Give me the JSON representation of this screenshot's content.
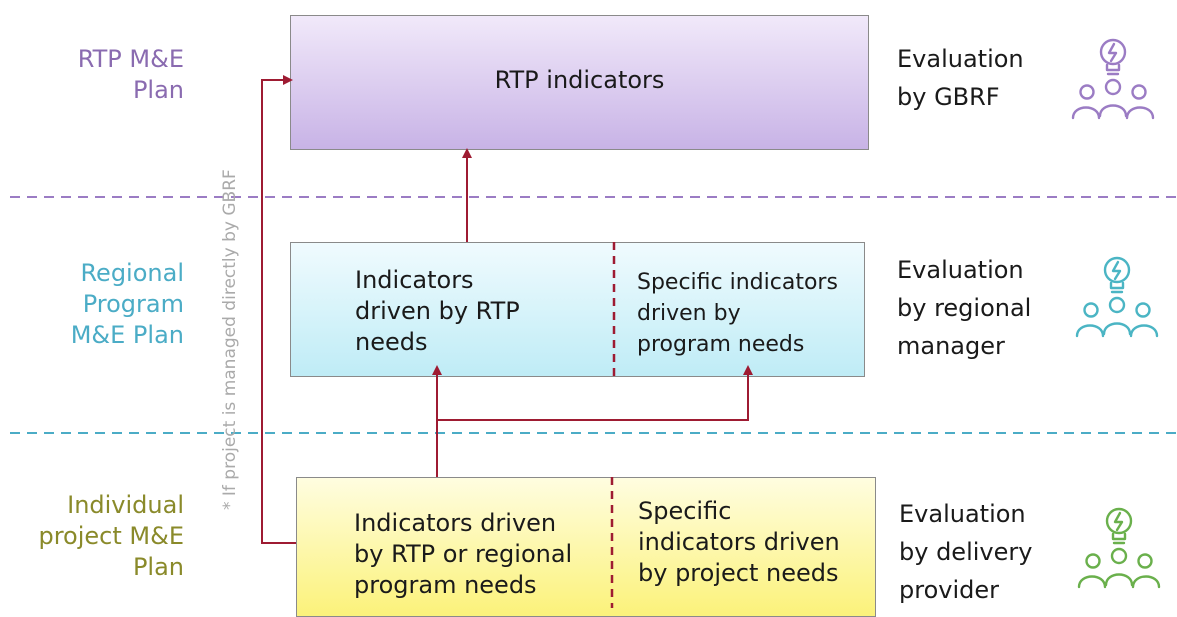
{
  "levels": [
    {
      "label": "RTP M&E\nPlan",
      "color": "#8a6bb0"
    },
    {
      "label": "Regional\nProgram\nM&E Plan",
      "color": "#4bacc6"
    },
    {
      "label": "Individual\nproject M&E\nPlan",
      "color": "#8a8a2a"
    }
  ],
  "boxes": {
    "rtp": {
      "label": "RTP indicators"
    },
    "regional_left": {
      "label": "Indicators\ndriven by RTP\nneeds"
    },
    "regional_right": {
      "label": "Specific indicators\ndriven by\nprogram needs"
    },
    "project_left": {
      "label": "Indicators driven\nby RTP or regional\nprogram needs"
    },
    "project_right": {
      "label": "Specific\nindicators driven\nby project needs"
    }
  },
  "evaluations": [
    {
      "label": "Evaluation\nby GBRF",
      "icon": "team-idea-icon",
      "color": "#9b7cc4"
    },
    {
      "label": "Evaluation\nby regional\nmanager",
      "icon": "team-idea-icon",
      "color": "#4bb5c4"
    },
    {
      "label": "Evaluation\nby delivery\nprovider",
      "icon": "team-idea-icon",
      "color": "#6ab04c"
    }
  ],
  "side_note": "* If project is managed directly by GBRF",
  "colors": {
    "arrow": "#9e1b32",
    "divider_top": "#9b7cc4",
    "divider_bottom": "#4bacc6"
  }
}
